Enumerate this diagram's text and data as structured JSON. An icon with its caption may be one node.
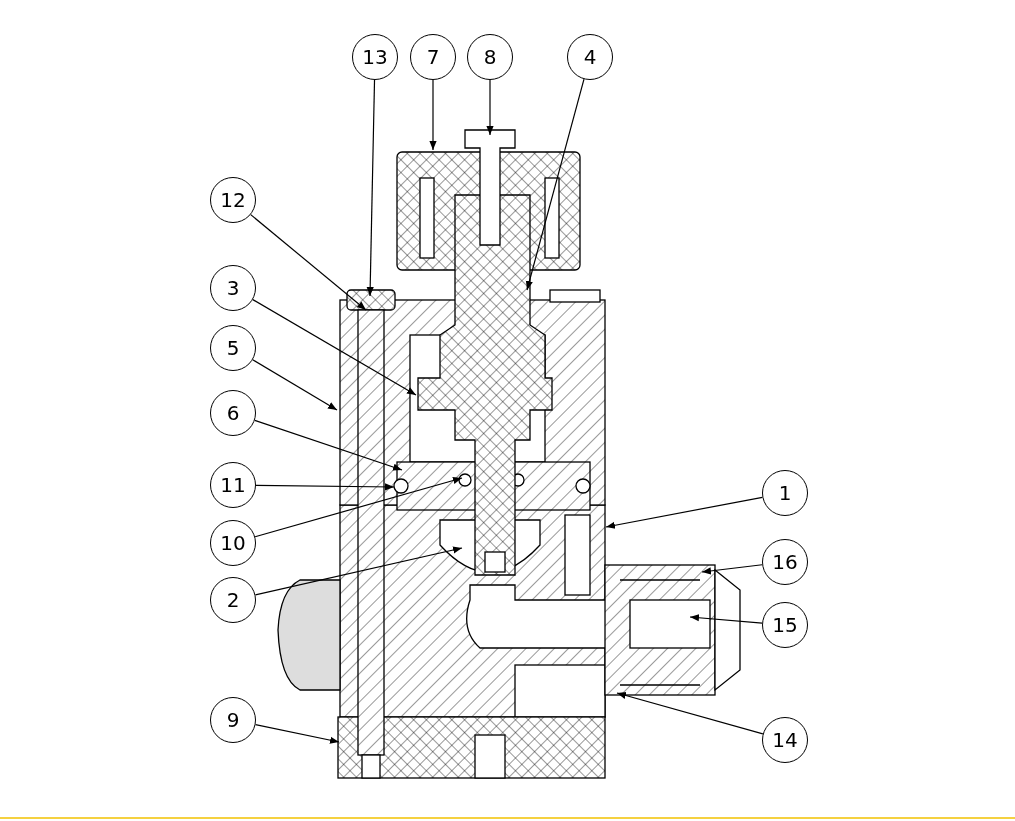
{
  "diagram": {
    "nodes": [
      {
        "text": [
          "13"
        ]
      },
      {
        "text": [
          "7"
        ]
      },
      {
        "text": [
          "8"
        ]
      },
      {
        "text": [
          "4"
        ]
      },
      {
        "text": [
          "12"
        ]
      },
      {
        "text": [
          "3"
        ]
      },
      {
        "text": [
          "5"
        ]
      },
      {
        "text": [
          "6"
        ]
      },
      {
        "text": [
          "11"
        ]
      },
      {
        "text": [
          "1"
        ]
      },
      {
        "text": [
          "10"
        ]
      },
      {
        "text": [
          "16"
        ]
      },
      {
        "text": [
          "2"
        ]
      },
      {
        "text": [
          "15"
        ]
      },
      {
        "text": [
          "9"
        ]
      },
      {
        "text": [
          "14"
        ]
      }
    ],
    "edges": [
      {
        "from": 0,
        "to": null,
        "arrow": "to"
      },
      {
        "from": 1,
        "to": null,
        "arrow": "to"
      },
      {
        "from": 2,
        "to": null,
        "arrow": "to"
      },
      {
        "from": 3,
        "to": null,
        "arrow": "to"
      },
      {
        "from": 4,
        "to": null,
        "arrow": "to"
      },
      {
        "from": 5,
        "to": null,
        "arrow": "to"
      },
      {
        "from": 6,
        "to": null,
        "arrow": "to"
      },
      {
        "from": 7,
        "to": null,
        "arrow": "to"
      },
      {
        "from": 8,
        "to": null,
        "arrow": "to"
      },
      {
        "from": 9,
        "to": null,
        "arrow": "to"
      },
      {
        "from": 10,
        "to": null,
        "arrow": "to"
      },
      {
        "from": 11,
        "to": null,
        "arrow": "to"
      },
      {
        "from": 12,
        "to": null,
        "arrow": "to"
      },
      {
        "from": 13,
        "to": null,
        "arrow": "to"
      },
      {
        "from": 14,
        "to": null,
        "arrow": "to"
      },
      {
        "from": 15,
        "to": null,
        "arrow": "to"
      }
    ]
  }
}
